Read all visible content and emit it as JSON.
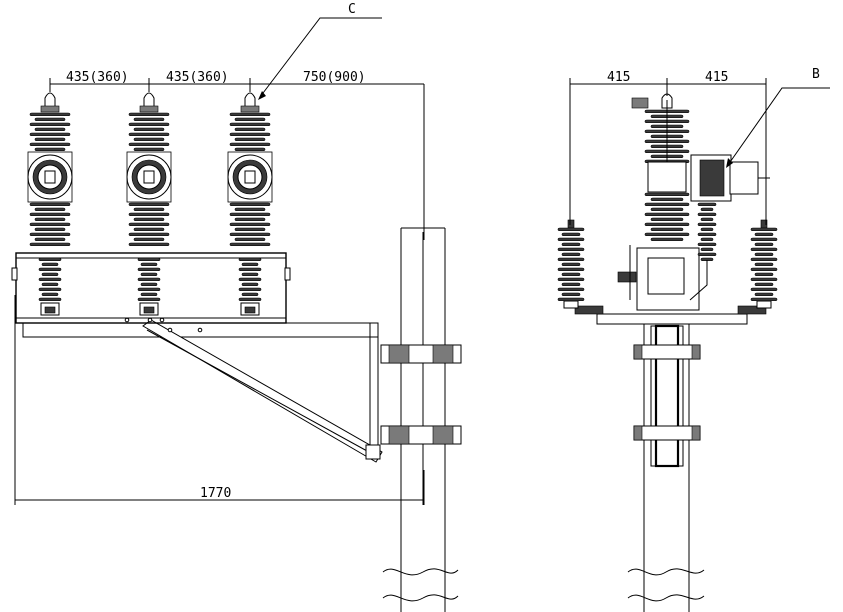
{
  "labels": {
    "callout_c": "C",
    "callout_b": "B",
    "front_dim_pitch_1": "435(360)",
    "front_dim_pitch_2": "435(360)",
    "front_dim_offset": "750(900)",
    "front_dim_total": "1770",
    "side_dim_left": "415",
    "side_dim_right": "415"
  }
}
